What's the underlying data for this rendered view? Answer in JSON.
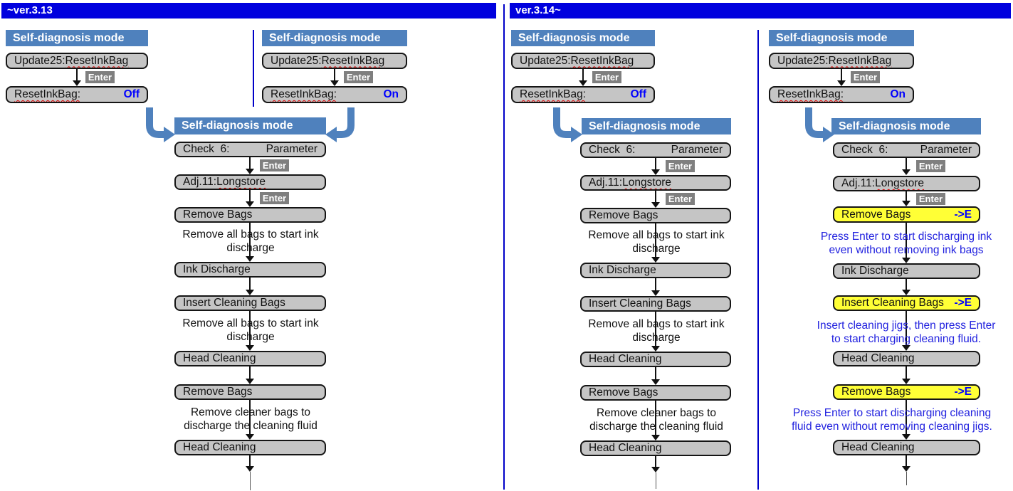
{
  "colors": {
    "version_bar": "#0000DE",
    "header_blue": "#4F81BD",
    "box_gray": "#C5C5C5",
    "box_yellow": "#FFFF36",
    "enter_badge_gray": "#7F7F7F",
    "value_blue": "#0000FF",
    "note_blue": "#2222DF",
    "divider_blue": "#0000C8",
    "squiggle_red": "#E00000"
  },
  "left": {
    "version": "~ver.3.13",
    "col_off": {
      "header": "Self-diagnosis mode",
      "menu_prefix": "Update25: ",
      "menu_word": "ResetInkBag",
      "enter": "Enter",
      "setting_label": "ResetInkBag:",
      "setting_value": "Off"
    },
    "col_on": {
      "header": "Self-diagnosis mode",
      "menu_prefix": "Update25: ",
      "menu_word": "ResetInkBag",
      "enter": "Enter",
      "setting_label": "ResetInkBag:",
      "setting_value": "On"
    },
    "flow": {
      "header": "Self-diagnosis mode",
      "check_label": "Check  6:",
      "check_value": "Parameter",
      "enter1": "Enter",
      "adj_prefix": "Adj.11: ",
      "adj_word": "Longstore",
      "enter2": "Enter",
      "step1": "Remove Bags",
      "note1": "Remove all bags to start ink\ndischarge",
      "step2": "Ink Discharge",
      "step3": "Insert Cleaning Bags",
      "note2": "Remove all bags to start ink\ndischarge",
      "step4": "Head Cleaning",
      "step5": "Remove Bags",
      "note3": "Remove cleaner bags to\ndischarge the cleaning fluid",
      "step6": "Head Cleaning"
    }
  },
  "right": {
    "version": "ver.3.14~",
    "col_off": {
      "header": "Self-diagnosis mode",
      "menu_prefix": "Update25: ",
      "menu_word": "ResetInkBag",
      "enter": "Enter",
      "setting_label": "ResetInkBag:",
      "setting_value": "Off"
    },
    "col_on": {
      "header": "Self-diagnosis mode",
      "menu_prefix": "Update25: ",
      "menu_word": "ResetInkBag",
      "enter": "Enter",
      "setting_label": "ResetInkBag:",
      "setting_value": "On"
    },
    "flow_off": {
      "header": "Self-diagnosis mode",
      "check_label": "Check  6:",
      "check_value": "Parameter",
      "enter1": "Enter",
      "adj_prefix": "Adj.11: ",
      "adj_word": "Longstore",
      "enter2": "Enter",
      "step1": "Remove Bags",
      "note1": "Remove all bags to start ink\ndischarge",
      "step2": "Ink Discharge",
      "step3": "Insert Cleaning Bags",
      "note2": "Remove all bags to start ink\ndischarge",
      "step4": "Head Cleaning",
      "step5": "Remove Bags",
      "note3": "Remove cleaner bags to\ndischarge the cleaning fluid",
      "step6": "Head Cleaning"
    },
    "flow_on": {
      "header": "Self-diagnosis mode",
      "check_label": "Check  6:",
      "check_value": "Parameter",
      "enter1": "Enter",
      "adj_prefix": "Adj.11: ",
      "adj_word": "Longstore",
      "enter2": "Enter",
      "step1": "Remove Bags",
      "step1_marker": "->E",
      "note1": "Press Enter to start discharging ink\neven without removing ink bags",
      "step2": "Ink Discharge",
      "step3": "Insert Cleaning Bags",
      "step3_marker": "->E",
      "note2": "Insert cleaning jigs, then press Enter\nto start charging cleaning fluid.",
      "step4": "Head Cleaning",
      "step5": "Remove Bags",
      "step5_marker": "->E",
      "note3": "Press Enter to start discharging cleaning\nfluid even without removing cleaning jigs.",
      "step6": "Head Cleaning"
    }
  }
}
